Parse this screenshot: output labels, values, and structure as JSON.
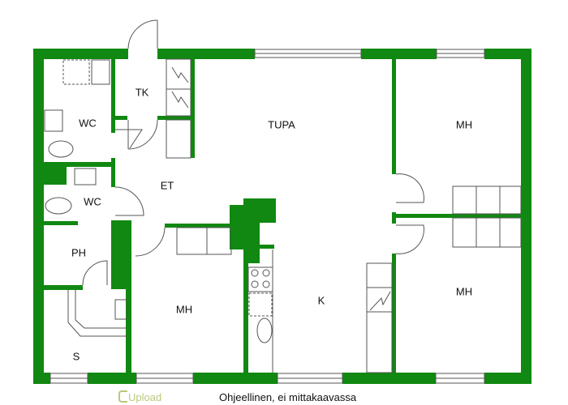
{
  "plan": {
    "wall_color": "#118811",
    "rooms": [
      {
        "id": "tk",
        "label": "TK"
      },
      {
        "id": "wc1",
        "label": "WC"
      },
      {
        "id": "tupa",
        "label": "TUPA"
      },
      {
        "id": "mh_top_right",
        "label": "MH"
      },
      {
        "id": "et",
        "label": "ET"
      },
      {
        "id": "wc2",
        "label": "WC"
      },
      {
        "id": "ph",
        "label": "PH"
      },
      {
        "id": "mh_bottom_left",
        "label": "MH"
      },
      {
        "id": "k",
        "label": "K"
      },
      {
        "id": "mh_bottom_right",
        "label": "MH"
      },
      {
        "id": "s",
        "label": "S"
      }
    ]
  },
  "footer": {
    "logo_text": "Upload",
    "caption": "Ohjeellinen, ei mittakaavassa"
  }
}
